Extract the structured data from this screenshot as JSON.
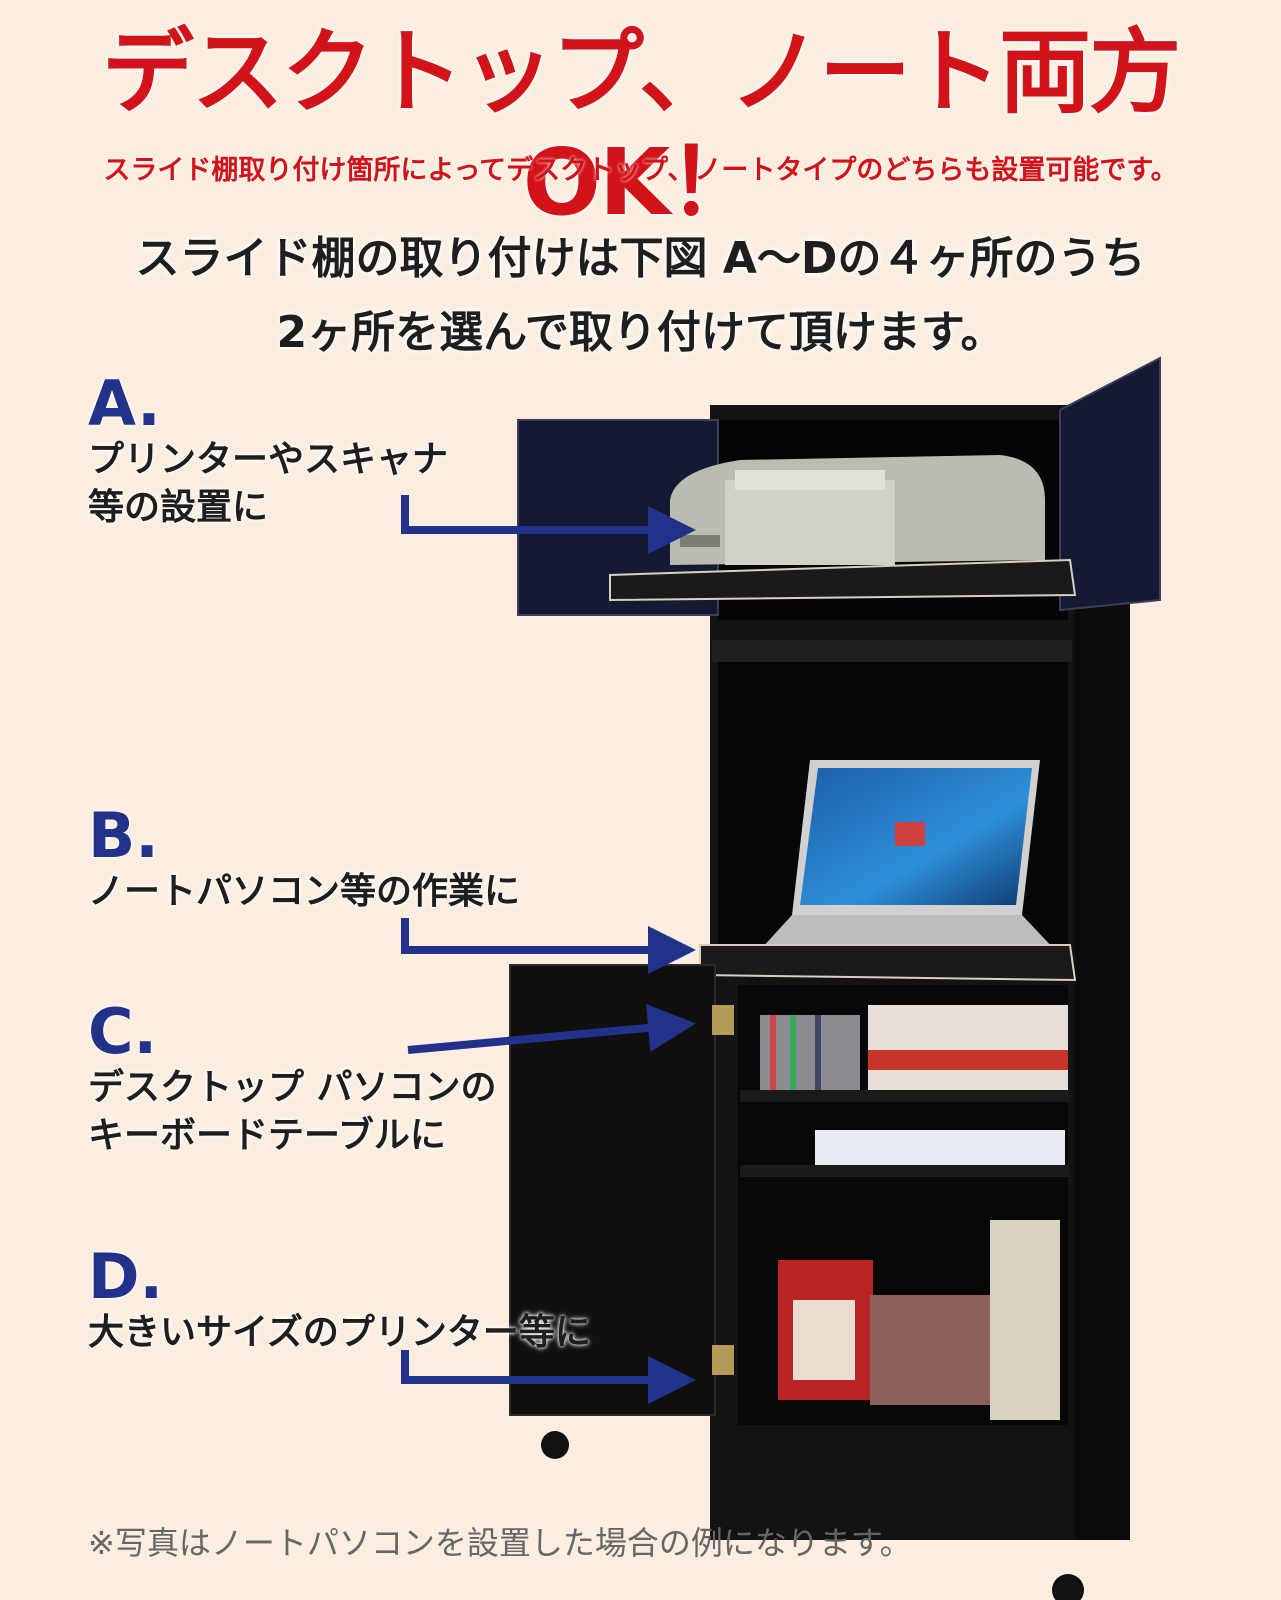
{
  "headline": "デスクトップ、ノート両方OK！",
  "subheadline": "スライド棚取り付け箇所によってデスクトップ、ノートタイプのどちらも設置可能です。",
  "instruction": {
    "line1": "スライド棚の取り付けは下図 A〜Dの４ヶ所のうち",
    "line2": "2ヶ所を選んで取り付けて頂けます。"
  },
  "positions": [
    {
      "letter": "A.",
      "lines": [
        "プリンターやスキャナ",
        "等の設置に"
      ]
    },
    {
      "letter": "B.",
      "lines": [
        "ノートパソコン等の作業に"
      ]
    },
    {
      "letter": "C.",
      "lines": [
        "デスクトップ パソコンの",
        "キーボードテーブルに"
      ]
    },
    {
      "letter": "D.",
      "lines": [
        "大きいサイズのプリンター等に"
      ]
    }
  ],
  "footnote": "※写真はノートパソコンを設置した場合の例になります。",
  "colors": {
    "background": "#fbeee0",
    "headline": "#d2141a",
    "accent_blue": "#22318a",
    "cabinet": "#131313"
  }
}
